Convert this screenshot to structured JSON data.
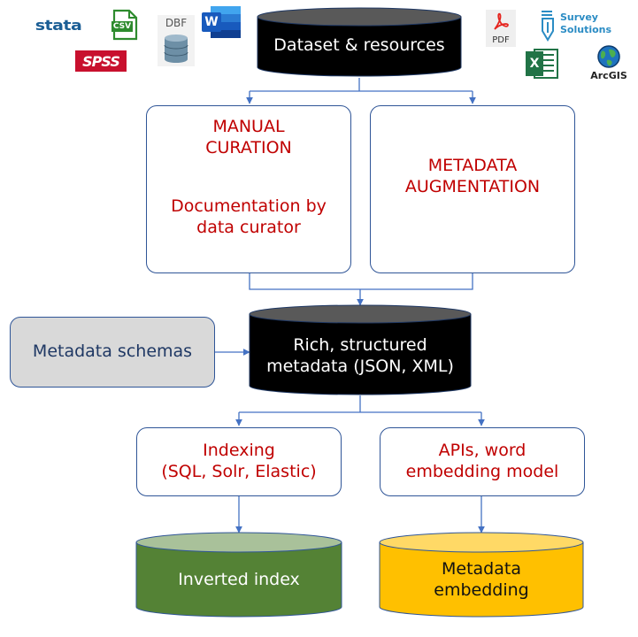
{
  "title": "Metadata curation and augmentation pipeline",
  "colors": {
    "connector": "#4472C4",
    "box_border": "#2F5597",
    "red_text": "#C00000",
    "navy_text": "#1F3864",
    "dataset_cylinder": "#000000",
    "schemas_box": "#D9D9D9",
    "inverted_index_cylinder": "#548235",
    "embedding_cylinder": "#FFC000"
  },
  "source_icons": [
    {
      "name": "stata-icon",
      "label": "STATA"
    },
    {
      "name": "csv-icon",
      "label": "CSV"
    },
    {
      "name": "spss-icon",
      "label": "SPSS"
    },
    {
      "name": "dbf-icon",
      "label": "DBF"
    },
    {
      "name": "word-icon",
      "label": "W"
    },
    {
      "name": "pdf-icon",
      "label": "PDF"
    },
    {
      "name": "survey-solutions-icon",
      "label": "Survey Solutions",
      "line1": "Survey",
      "line2": "Solutions"
    },
    {
      "name": "excel-icon",
      "label": "X"
    },
    {
      "name": "arcgis-icon",
      "label": "ArcGIS"
    }
  ],
  "nodes": {
    "dataset": {
      "label": "Dataset & resources"
    },
    "manual_curation": {
      "title_line1": "MANUAL",
      "title_line2": "CURATION",
      "desc_line1": "Documentation by",
      "desc_line2": "data curator"
    },
    "metadata_augmentation": {
      "line1": "METADATA",
      "line2": "AUGMENTATION"
    },
    "metadata_schemas": {
      "label": "Metadata schemas"
    },
    "rich_metadata": {
      "line1": "Rich, structured",
      "line2": "metadata (JSON, XML)"
    },
    "indexing": {
      "line1": "Indexing",
      "line2": "(SQL, Solr, Elastic)"
    },
    "apis": {
      "line1": "APIs, word",
      "line2": "embedding model"
    },
    "inverted_index": {
      "label": "Inverted index"
    },
    "metadata_embedding": {
      "line1": "Metadata",
      "line2": "embedding"
    }
  }
}
